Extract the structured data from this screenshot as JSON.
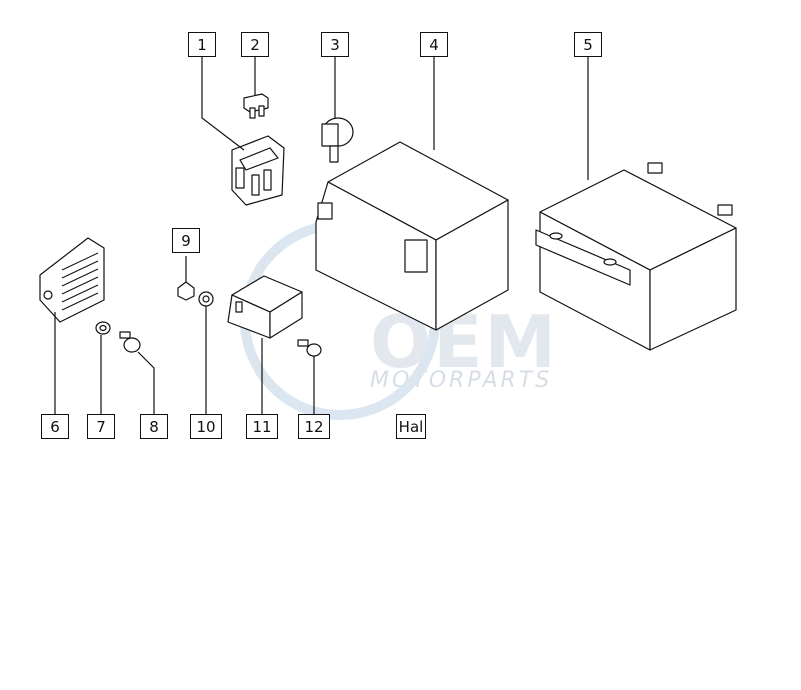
{
  "watermark": {
    "logo_text": "OEM",
    "sub_text": "MOTORPARTS"
  },
  "callouts": [
    "1",
    "2",
    "3",
    "4",
    "5",
    "6",
    "7",
    "8",
    "9",
    "10",
    "11",
    "12",
    "Hal"
  ]
}
